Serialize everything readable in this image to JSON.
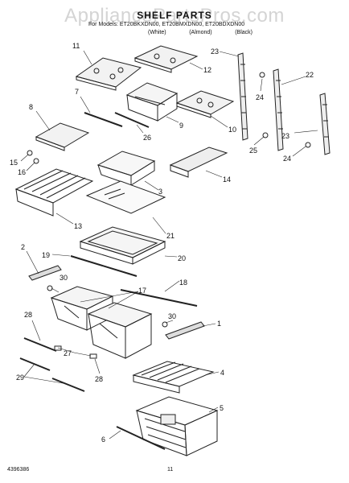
{
  "watermark": "AppliancePartsPros.com",
  "title": "SHELF PARTS",
  "models": "For Models: ET20BKXDN00, ET20BMXDN00, ET20BDXDN00",
  "columns": [
    "(White)",
    "(Almond)",
    "(Black)"
  ],
  "footer_left": "4396386",
  "footer_page": "11",
  "callouts": [
    "11",
    "12",
    "23",
    "22",
    "24",
    "7",
    "26",
    "9",
    "10",
    "8",
    "15",
    "16",
    "23",
    "25",
    "24",
    "14",
    "3",
    "13",
    "21",
    "2",
    "19",
    "20",
    "30",
    "18",
    "17",
    "28",
    "30",
    "1",
    "27",
    "28",
    "29",
    "4",
    "5",
    "6"
  ]
}
